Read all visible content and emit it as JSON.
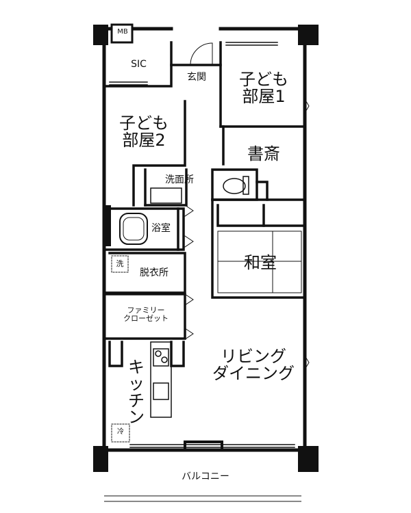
{
  "rooms": {
    "mb": "MB",
    "sic": "SIC",
    "entrance": "玄関",
    "child1": "子ども\n部屋1",
    "child2": "子ども\n部屋2",
    "study": "書斎",
    "washroom": "洗面所",
    "bathroom": "浴室",
    "washer": "洗",
    "dressing": "脱衣所",
    "washitsu": "和室",
    "family_closet": "ファミリー\nクローゼット",
    "living": "リビング\nダイニング",
    "kitchen": "キッチン",
    "fridge": "冷"
  },
  "outside": {
    "balcony": "バルコニー"
  }
}
